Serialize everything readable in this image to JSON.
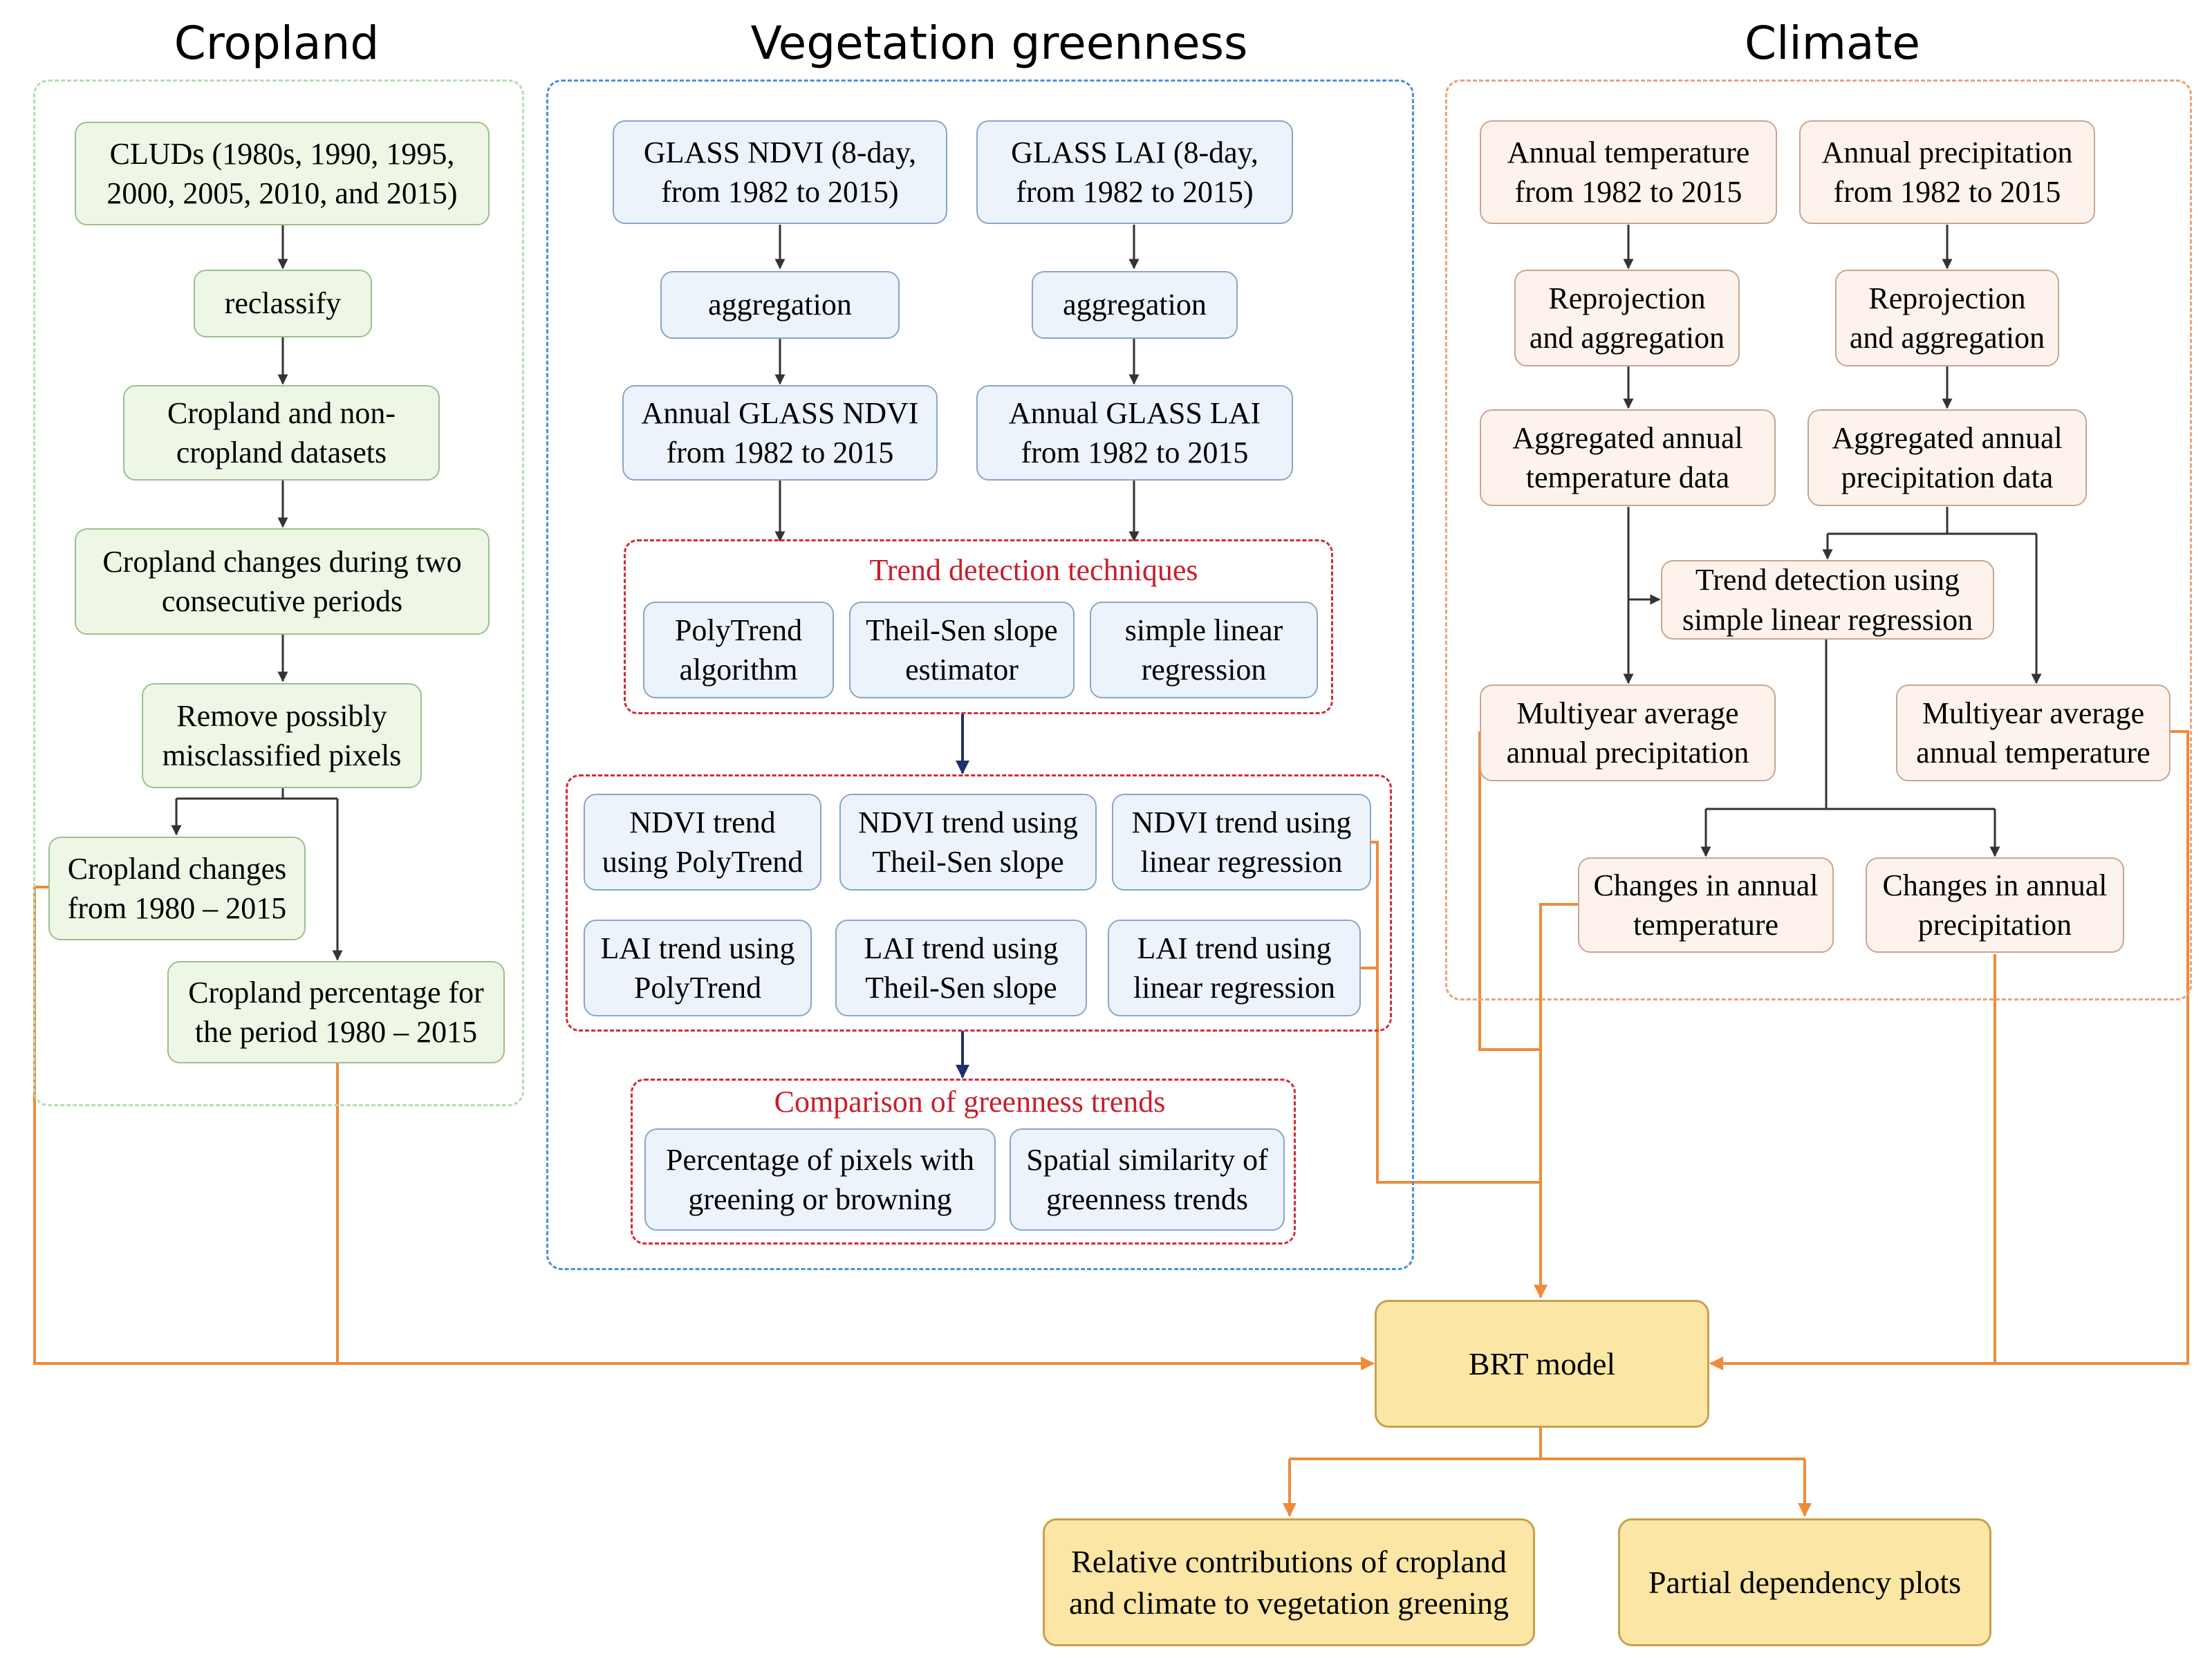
{
  "headings": {
    "cropland": "Cropland",
    "vegetation": "Vegetation greenness",
    "climate": "Climate"
  },
  "cropland": {
    "cluds": "CLUDs (1980s, 1990, 1995,\n2000, 2005, 2010, and 2015)",
    "reclassify": "reclassify",
    "datasets": "Cropland and non-\ncropland datasets",
    "changes_two": "Cropland changes during two\nconsecutive periods",
    "remove": "Remove possibly\nmisclassified pixels",
    "changes_1980": "Cropland changes\nfrom 1980 – 2015",
    "percentage": "Cropland percentage for\nthe period 1980 – 2015"
  },
  "vegetation": {
    "glass_ndvi": "GLASS NDVI (8-day,\nfrom 1982 to 2015)",
    "glass_lai": "GLASS LAI (8-day,\nfrom 1982 to 2015)",
    "agg_ndvi": "aggregation",
    "agg_lai": "aggregation",
    "annual_ndvi": "Annual GLASS NDVI\nfrom 1982 to 2015",
    "annual_lai": "Annual GLASS LAI\nfrom 1982 to 2015",
    "trend_title": "Trend detection techniques",
    "polytrend": "PolyTrend\nalgorithm",
    "theilsen": "Theil-Sen slope\nestimator",
    "linear": "simple linear\nregression",
    "ndvi_poly": "NDVI trend\nusing PolyTrend",
    "ndvi_ts": "NDVI trend using\nTheil-Sen slope",
    "ndvi_lr": "NDVI trend using\nlinear regression",
    "lai_poly": "LAI trend using\nPolyTrend",
    "lai_ts": "LAI trend using\nTheil-Sen slope",
    "lai_lr": "LAI trend using\nlinear regression",
    "comparison_title": "Comparison of greenness trends",
    "pct_pixels": "Percentage of pixels with\ngreening or browning",
    "spatial": "Spatial similarity of\ngreenness trends"
  },
  "climate": {
    "annual_temp": "Annual temperature\nfrom 1982 to 2015",
    "annual_precip": "Annual precipitation\nfrom 1982 to 2015",
    "reproj_temp": "Reprojection\nand aggregation",
    "reproj_precip": "Reprojection\nand aggregation",
    "agg_temp": "Aggregated annual\ntemperature data",
    "agg_precip": "Aggregated annual\nprecipitation data",
    "trend": "Trend detection using\nsimple linear regression",
    "multi_precip": "Multiyear average\nannual precipitation",
    "multi_temp": "Multiyear average\nannual temperature",
    "chg_temp": "Changes in annual\ntemperature",
    "chg_precip": "Changes in annual\nprecipitation"
  },
  "outputs": {
    "brt": "BRT model",
    "relative": "Relative contributions of cropland\nand climate to vegetation greening",
    "pdp": "Partial dependency plots"
  },
  "colors": {
    "cropland_node": "#eef6e6",
    "vegetation_node": "#edf3fb",
    "climate_node": "#fdf3ec",
    "output_node": "#fbe6a6",
    "orange_link": "#ee8b3a",
    "dark_link": "#1f2f6b",
    "group_border": "#d12a3a"
  }
}
